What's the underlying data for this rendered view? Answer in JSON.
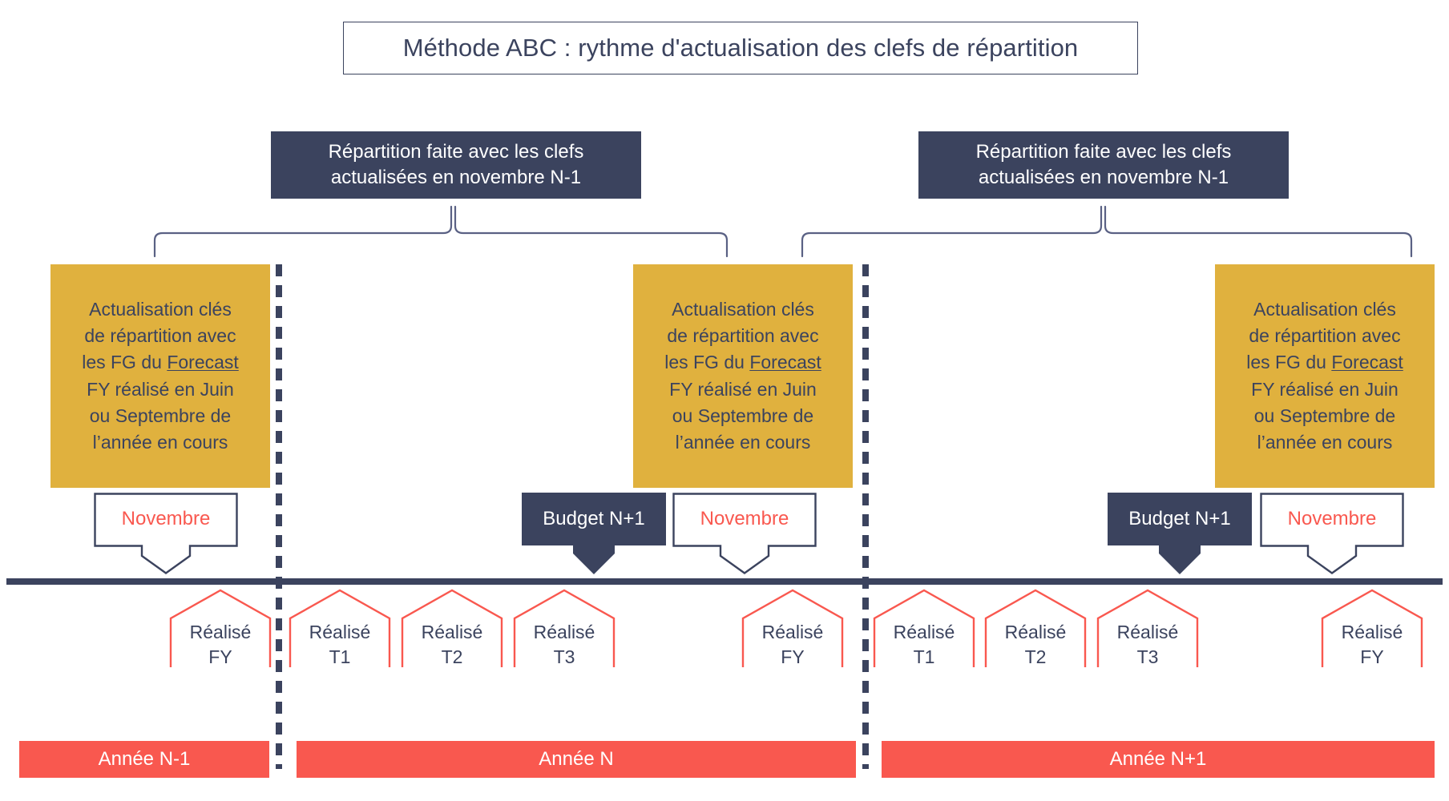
{
  "title": {
    "text": "Méthode ABC : rythme d'actualisation des clefs de répartition"
  },
  "colors": {
    "navy": "#3b435e",
    "gold": "#e0b13e",
    "coral": "#f9584f",
    "white": "#ffffff"
  },
  "header_boxes": [
    {
      "line1": "Répartition faite avec les clefs",
      "line2": "actualisées en novembre N-1"
    },
    {
      "line1": "Répartition faite avec les clefs",
      "line2": "actualisées en novembre N-1"
    }
  ],
  "update_boxes": [
    {
      "line1": "Actualisation clés",
      "line2": "de répartition avec",
      "line3_a": "les FG du ",
      "line3_b": "Forecast",
      "line4": "FY réalisé en Juin",
      "line5": "ou Septembre de",
      "line6": "l’année en cours"
    },
    {
      "line1": "Actualisation clés",
      "line2": "de répartition avec",
      "line3_a": "les FG du ",
      "line3_b": "Forecast",
      "line4": "FY réalisé en Juin",
      "line5": "ou Septembre de",
      "line6": "l’année en cours"
    },
    {
      "line1": "Actualisation clés",
      "line2": "de répartition avec",
      "line3_a": "les FG du ",
      "line3_b": "Forecast",
      "line4": "FY réalisé en Juin",
      "line5": "ou Septembre de",
      "line6": "l’année en cours"
    }
  ],
  "callouts": [
    {
      "label": "Novembre",
      "style": "outline"
    },
    {
      "label": "Budget N+1",
      "style": "filled"
    },
    {
      "label": "Novembre",
      "style": "outline"
    },
    {
      "label": "Budget N+1",
      "style": "filled"
    },
    {
      "label": "Novembre",
      "style": "outline"
    }
  ],
  "markers": [
    {
      "line1": "Réalisé",
      "line2": "FY"
    },
    {
      "line1": "Réalisé",
      "line2": "T1"
    },
    {
      "line1": "Réalisé",
      "line2": "T2"
    },
    {
      "line1": "Réalisé",
      "line2": "T3"
    },
    {
      "line1": "Réalisé",
      "line2": "FY"
    },
    {
      "line1": "Réalisé",
      "line2": "T1"
    },
    {
      "line1": "Réalisé",
      "line2": "T2"
    },
    {
      "line1": "Réalisé",
      "line2": "T3"
    },
    {
      "line1": "Réalisé",
      "line2": "FY"
    }
  ],
  "year_bars": [
    {
      "label": "Année N-1"
    },
    {
      "label": "Année N"
    },
    {
      "label": "Année N+1"
    }
  ]
}
